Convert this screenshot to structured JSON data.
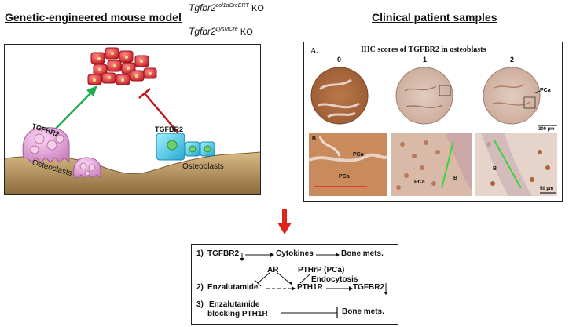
{
  "left": {
    "title": "Genetic-engineered mouse model",
    "gene1": {
      "base": "Tgfbr2",
      "sup": "col1αCreERT",
      "ko": "KO"
    },
    "gene2": {
      "base": "Tgfbr2",
      "sup": "LysMCre",
      "ko": "KO"
    },
    "labels": {
      "tgfbr2_left": "TGFBR2",
      "tgfbr2_right": "TGFBR2",
      "osteoclasts": "Osteoclasts",
      "osteoblasts": "Osteoblasts"
    },
    "colors": {
      "tumor": "#e8454a",
      "osteoclast": "#e9a7dc",
      "osteoblast": "#59d0ef",
      "bone": "#c8a873",
      "activate": "#1fad4b",
      "inhibit": "#c0181c"
    }
  },
  "right": {
    "title": "Clinical patient samples",
    "panel_label": "A.",
    "header": "IHC scores of TGFBR2 in osteoblasts",
    "scores": [
      "0",
      "1",
      "2"
    ],
    "top_scale": "300 µm",
    "bottom_scale": "50 µm",
    "pca": "PCa",
    "b": "B"
  },
  "mechanism": {
    "l1": {
      "num": "1)",
      "a": "TGFBR2",
      "b": "Cytokines",
      "c": "Bone mets."
    },
    "l2": {
      "ar": "AR",
      "pthrp": "PTHrP (PCa)",
      "endo": "Endocytosis",
      "num": "2)",
      "enz": "Enzalutamide",
      "pth1r": "PTH1R",
      "tgfbr2": "TGFBR2"
    },
    "l3": {
      "num": "3)",
      "enz": "Enzalutamide",
      "block": "blocking PTH1R",
      "mets": "Bone mets."
    }
  }
}
